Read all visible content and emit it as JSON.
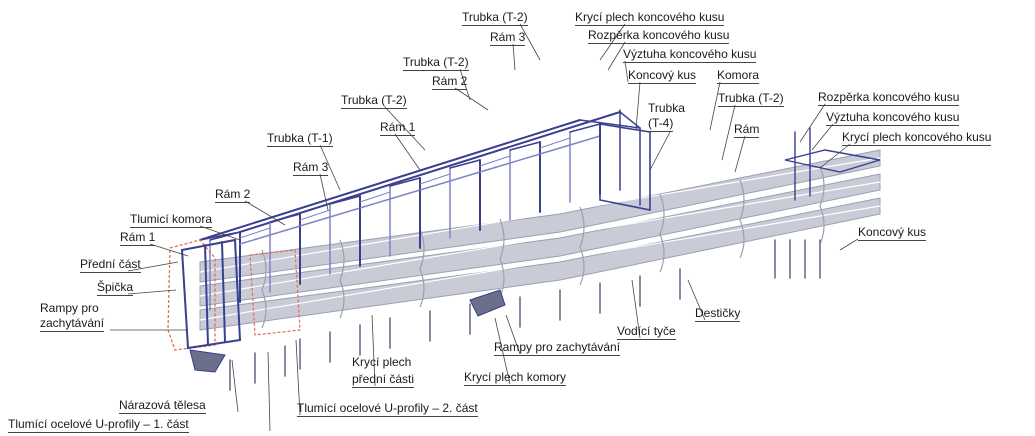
{
  "colors": {
    "frame": "#3a3f8f",
    "frame_light": "#7f84c4",
    "rail": "#9aa0b0",
    "rail_shade": "#c9ccd6",
    "foot": "#6b6f8a",
    "accent_red": "#e46a5a",
    "leader": "#444444"
  },
  "labels": {
    "trubka_t2_top": "Trubka (T-2)",
    "kryci_plech_konc_top": "Krycí plech koncového kusu",
    "ram3_top": "Rám 3",
    "rozperka_top": "Rozpěrka koncového kusu",
    "vyztuha_top": "Výztuha koncového kusu",
    "trubka_t2_b": "Trubka (T-2)",
    "ram2_top": "Rám 2",
    "koncovy_kus_top": "Koncový kus",
    "komora_top": "Komora",
    "trubka_t4_a": "Trubka",
    "trubka_t4_b": "(T-4)",
    "trubka_t2_c": "Trubka (T-2)",
    "ram1_top": "Rám 1",
    "trubka_t2_right": "Trubka (T-2)",
    "rozperka_right": "Rozpěrka koncového kusu",
    "vyztuha_right": "Výztuha koncového kusu",
    "ram_right": "Rám",
    "kryci_plech_konc_right": "Krycí plech koncového kusu",
    "trubka_t1": "Trubka (T-1)",
    "ram3_left": "Rám 3",
    "ram2_left": "Rám 2",
    "tlumici_komora": "Tlumicí komora",
    "ram1_left": "Rám 1",
    "koncovy_kus_right": "Koncový kus",
    "predni_cast": "Přední část",
    "spicka": "Špička",
    "rampy_a": "Rampy pro",
    "rampy_b": "zachytávání",
    "desticky": "Destičky",
    "vodici_tyce": "Vodící tyče",
    "rampy_zachyt": "Rampy pro zachytávání",
    "kryci_plech_predni_a": "Krycí plech",
    "kryci_plech_predni_b": "přední části",
    "kryci_plech_komory": "Krycí plech komory",
    "narazova_telesa": "Nárazová tělesa",
    "u_profily_2": "Tlumící ocelové U-profily – 2. část",
    "u_profily_1": "Tlumící ocelové U-profily – 1. část"
  }
}
